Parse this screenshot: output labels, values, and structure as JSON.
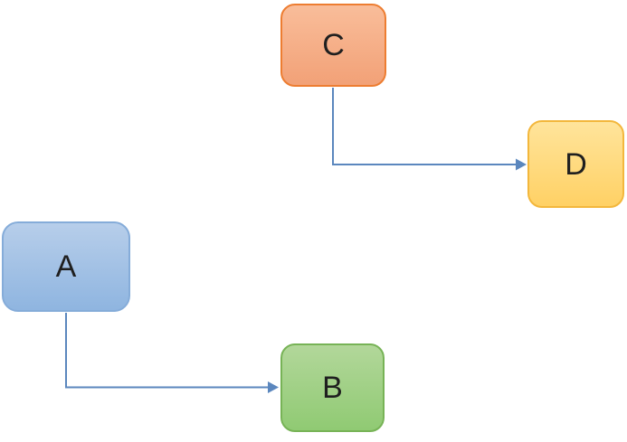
{
  "diagram": {
    "background_color": "#ffffff",
    "connector_color": "#5b87be",
    "text_color": "#1f1f1f",
    "nodes": [
      {
        "id": "C",
        "label": "C",
        "fill_top": "#f9bd9a",
        "fill_bottom": "#f2a177",
        "border": "#ed7d31",
        "position": "top-center"
      },
      {
        "id": "D",
        "label": "D",
        "fill_top": "#ffe49b",
        "fill_bottom": "#ffd165",
        "border": "#f3b73c",
        "position": "middle-right"
      },
      {
        "id": "A",
        "label": "A",
        "fill_top": "#b7ceea",
        "fill_bottom": "#8fb5e0",
        "border": "#85acd9",
        "position": "middle-left"
      },
      {
        "id": "B",
        "label": "B",
        "fill_top": "#b2d79a",
        "fill_bottom": "#90ca73",
        "border": "#77b356",
        "position": "bottom-center"
      }
    ],
    "edges": [
      {
        "from": "C",
        "to": "D",
        "style": "elbow-down-right-arrow"
      },
      {
        "from": "A",
        "to": "B",
        "style": "elbow-down-right-arrow"
      }
    ]
  }
}
